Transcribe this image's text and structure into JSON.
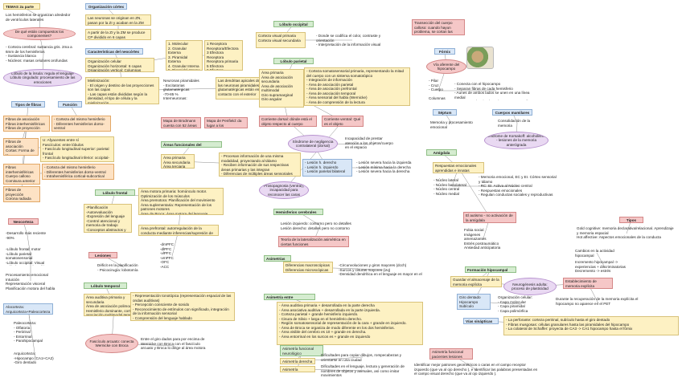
{
  "page": {
    "title": "TEMAS 2a parte"
  },
  "colors": {
    "yellow": "#fdf1c3",
    "green": "#d5ecd0",
    "blue": "#d9e7f7",
    "purple": "#e9d9f2",
    "red": "#f5c7c7",
    "orange": "#fde2c4",
    "line": "#8c8c8c"
  },
  "col1": {
    "hemisferios": "Los hemisferios se organizan alrededor de ventrículos laterales",
    "componentes_q": "De qué están compuestos los componentes?",
    "corteza_cerebral": "- Corteza cerebral: sustancia gris. 2ma a 6mm de los hemisferios\n- Sustancia blanca\n- Núcleos: masas celulares profundas",
    "lobulo_limbico": "Lóbulo de la ínsula: regula el lenguaje\nLóbulo cingulado: procesamiento de las emociones",
    "tipos_fibras": "Tipos de fibras",
    "funcion": "Función",
    "fibras_list": "Fibras de asociación\nFibras interhemisféricas\nFibras de proyección",
    "funcion_list": "- Corteza del mismo hemisferio\n- Diferentes hemisferios dorso-ventral\n- Intrahemisférica cortical-subcortical",
    "fibras_asoc": "Fibras de asociación\nCortas: Forma de U\nLargas: Fascículos",
    "fibras_inter": "Fibras interhemisféricas\nCuerpo calloso\nComisura anterior\nComisura posterior",
    "fibras_proy": "Fibras de proyección\nCorona radiada\nCápsula interior",
    "fasciculos": "U: Afyacentes entre sí\nFascículos: entre lóbulos\n- Fascículo longitudinal superior: parietal frontal\n- Fascículo longitudinal inferior: occipital-temporal\n- Fascículo arqueado: temporal frontal",
    "funcion_list2": "- Corteza del mismo hemisferio\n- Diferentes hemisferios dorso-ventral\n- Intrahemisférica cortical-subcortical",
    "neocorteza": "Neocorteza",
    "neocorteza_pct": "-Desarrollo más reciente\n-90%",
    "lobulos_list": "-Lóbulo frontal: motor\n-Lóbulo parietal: somatosensorial\n-Lóbulo occipital: Visual\n-Lóbulo temporal: Auditivo",
    "procesamiento": "Procesamiento emocional\nIntuición\nRepresentación visceral\nPlanificación motora del habla",
    "alocorteza": "Alocorteza:\nArquicorteza+Paleocorteza",
    "paleocorteza": "Paleocorteza:\n- Olfatoria\n- Periirinal\n- Entorrinal\n- Parahipocampal",
    "arquicorteza": "Arquicorteza:\n-Hipocampo (CA1+CA2)\n-Giro dentado"
  },
  "col2": {
    "organizacion": "Organización córtex",
    "neuronas": "Las neuronas se originan en ZN, pasan por la ZI y acaban en la ZM",
    "semana": "A partir de la ZI y la ZM se produce CP dividido en 6 capas",
    "capas_header": "Características del neocórtex",
    "organizacion_list": "Organización celular\nOrganización horizontal: 6 capas\nOrganización vertical: Columnas",
    "mielinizacion": "Mielinización:\n- El origen y destino de las proyecciones son las capas\n- Las capas están divididas según la densidad, el tipo de célula y la mielinización",
    "capas_1": "1. Molecular\n2. Granular Externa\n3. Piramidal Externa\n4. Granular Interna\n5. Piramidal Interna\n6. Multiforme",
    "capas_2": "1 Receptora\nReceptora/Efectora\n3 Efectora\nReceptora\nReceptora primaria\n5 Efectora\n6 Efectora",
    "neuronas_pir": "Neuronas piramidales\n- Excitatorias glutamatérgicas\n-70-85 %\nInterneuronas:\n- Inhibitorias GABAérgicas",
    "dendritas": "Las dendritas apicales de las neuronas piramidales glutamatérgicas están en contacto con el exterior",
    "brodmann": "Mapa de Brodmann cuenta con 52 áreas",
    "penfield": "Mapa de Penfield: da lugar a los homúnculos, somatotopia",
    "areas_func": "Áreas funcionales del neocórtex",
    "areas_list": "Área primaria\nÁrea secundaria\nÁrea terciaria",
    "areas_desc": "- Procesan información de una misma modalidad, proyectando al tálamo\n- Reciben información de sus respectivas áreas primarias y las integran\n- Diferencias de múltiples áreas sensoriales",
    "lobulo_frontal": "Lóbulo frontal",
    "frontal_areas": "Área motora primaria: homúnculo motor.\nOptimización de los músculos\nÁrea premotora: Planificación del movimiento\nÁrea suplementaria: Representación de los patrones motores\nÁrea de Broca: Área motora del lenguaje",
    "planificacion": "-Planificación\n-Autoevaluación\n-Expresión del lenguaje\n-Control atencional y memoria de trabajo\n-Conceptos abstractos y autoconsciencia",
    "prefrontal": "Área prefrontal: autorregulación de la conducta mediante inferencias/supresión de alternativas",
    "pfc_list": "-dmPFC\n-dlPFC\n-vlPFC\n-vmPFC\n-OFC\n-ACC",
    "lesiones": "Lesiones",
    "deficit": "Déficit en la planificación\n- Psicocirugía: lobotomía",
    "lobulo_temporal": "Lóbulo temporal",
    "temporal_areas": "Área auditiva primaria y secundaria\nÁrea de asociación polimodal\nHemisferio dominante, corteza de asociación multimodal temporal: Área de Wernicke",
    "temporal_desc": "- Representación tonotópica (representación espacial de las ondas auditivas)\n- Percepción consciente de sonido\n- Reconocimiento de estímulos con significado, integración de la información sensorial\n- Comprensión del lenguaje hablado",
    "fasciculo": "Fascículo arcuato: conecta Wernicke con Broca",
    "entre": "Entre el giro dados para por encima de Wernicke con Broca con el fascículo arcuato y Broca lo dirige al área motora"
  },
  "col3": {
    "lobulo_occipital": "Lóbulo occipital",
    "occ_list": "Corteza visual primaria\nCorteza visual secundaria",
    "occ_desc": "- Donde se codifica el color, contraste y orientación\n- Interpretación de la información visual",
    "lobulo_parietal": "Lóbulo parietal",
    "par_list": "Área primaria\nÁrea de asociación secundaria\nÁrea de asociación multimodal\nGiro supramarginal\nGiro angular",
    "par_desc": "- Corteza somatosensorial primaria, representando la mitad del cuerpo con un sistema somatotópico\n- Integración de información\n- Área de asociación parietal\n- Área de asociación prefrontal\n- Área de asociación temporal\n- Área sensorial del habla (Wernicke)\n- Área de comprensión de la lectura",
    "dorsal": "Corriente dorsal: dónde está el objeto respecto al cuerpo",
    "ventral": "Corriente ventral: Qué es el objeto",
    "sindrome": "Síndrome de negligencia contralateral (dorsal)",
    "incapacidad": "Incapacidad de prestar atención a los objetos/cuerpo en el espacio",
    "lesion_list": "- Lesión h. derecho\n- Lesión h. izquierdo\n- Lesión parietal bilateral",
    "lesion_desc": "- Lesión severa hacia la izquierda\n- Lesión mínima hacia la derecha\n- Lesión severa hacia la derecha",
    "prosopagnosia": "Prosopagnosia (ventral), incapacidad para reconocer las caras",
    "hem_cerebrales": "Hemisferios cerebrales",
    "hem_desc": "Lesión izquierdo: contorno pero no detalles\nLesión derecho: detalles pero no contorno",
    "teoria": "Teoría de la lateralización asimétrica en ciertas funciones",
    "asimetrias": "Asimetrías",
    "asim_list": "Diferencias macroscópicas\nDiferencias microscópicas",
    "asim_desc": "-Circunvoluciones y giros mayores (dcch)\n-Surcos y cisuras mayores (izq)\n-Densidad dendrítica en el lenguaje es mayor en el izq",
    "asim_entre": "Asimetría entre hemisferios",
    "asim_entre_desc": "- Área auditiva primaria + desarrollada en la parte derecha\n- Área asociativa auditiva + desarrollada en la parte izquierda.\n- Corteza parietal + grande hemisferio izquierdo.\n- Cisura de Silvio + larga en el hemisferio derecho.\n- Región somatosensorial de representación de la cara + grande en izquierdo.\n- Área de Broca se organiza de modo diferente en los dos hemisferios.\n- Área visible del cerebro es 10 + grande en derecha.\n- Área entorrinal en los surcos es + grande en izquierdo",
    "asim_func": "Asimetría funcional neurológico",
    "asim_der": "Asimetría derecha",
    "asim_izq": "Asimetría izquierda",
    "dificult": "Dificultades para copiar dibujos, rompecabezas y orientarse en una ciudad",
    "dificult2": "Dificultades en el lenguaje, lectura y generación de nombres de objetos y animales, así como imitar movimientos",
    "asim_func2": "Asimetría funcional pacientes lesiones",
    "identificar": "Identificar mejor patrones geométricos o caras en el campo receptor izquierdo (que va al ojo derecho ), e identificar las palabras presentadas en el campo visual derecho (que va al ojo izquierdo )."
  },
  "col4": {
    "transeccion": "Transección del cuerpo calloso: cuando hayun problema, se cortan las fibras",
    "fornix": "Fórnix",
    "fornix_desc": "Vía aferente del hipocampo",
    "fornix_parts": "- Pilar\n- Cruz\n- Cuerpo\n\nColumnas",
    "fornix_desc2": "- Conecta con el hipocampo\n- Separan fibras de cada hemisferio\n- Aunes de ambos lados se unen en una línea medial\n- Aunes que descienden a los cuerpos mamilares",
    "septum": "Séptum",
    "septum_desc": "Memoria y procesamiento emocional",
    "cuerpos_mam": "Cuerpos mamilares",
    "cuerpos_desc": "Consolidación de la memoria",
    "korsakoff": "Síndrome de Korsakoff: alcoholismo - lesiones de la memoria anterógrada",
    "amigdala": "Amígdala",
    "amigdala_desc": "Respuestas emocionales aprendidas e innatas",
    "nucleos": "- Núcleo lateral\n- Núcleo basolateral\n- Núcleo central\n- Núcleo medial",
    "nucleos_desc": "- Memoria emocional, EC y EI. Córtex sensorial y tálamo\n- RC: EI. Activa al Núcleo central\n- Respuestas emocionales\n- Regulan conductas sociales y reproductivas",
    "autismo": "El autismo - no activación de la amígdala",
    "autismo_desc": "Fobia social\nImágenes amenazantes\nEstrés postraumático\nAnsiedad anticipatoria",
    "tipos": "Tipos",
    "tipos_desc": "Gold cognitive: memoria declarativa/relacional. Aprendizaje y memoria espacial\nHot affective: Aspectos emocionales de la conducta",
    "formacion": "Formación hipocampal",
    "cambios": "Cambios en la actividad hipocampal",
    "incremento": "Incremento hipocampal -> experiencias + discriminatorias\nDecremento -> estrés",
    "guardar": "Guardar el almacenaje de la memoria explícita",
    "neurogenesis": "Neurogénesis adulta: proceso de plasticidad",
    "establecimiento": "Establecimiento de memoria explícita",
    "giro": "Giro dentado\nHipocampo\nSubículo",
    "organizacion": "Organización celular:\n- Capa molecular\n- Capa piramidal\n- Capa polimórfica",
    "durante": "Durante la recuperación de la memoria explícita el hipocampo no aparece en el PET",
    "vias": "Vías sinápticas",
    "vias_desc": "- La perforante: corteza peririnal, subículo hasta el giro dentado\n- Fibras musgosas: células granulares hasta las piramidales del hipocampo\n- La colateral de Schaffer: proyecta de CA3 -> CA1 hipocampo hasta el fórnix"
  }
}
